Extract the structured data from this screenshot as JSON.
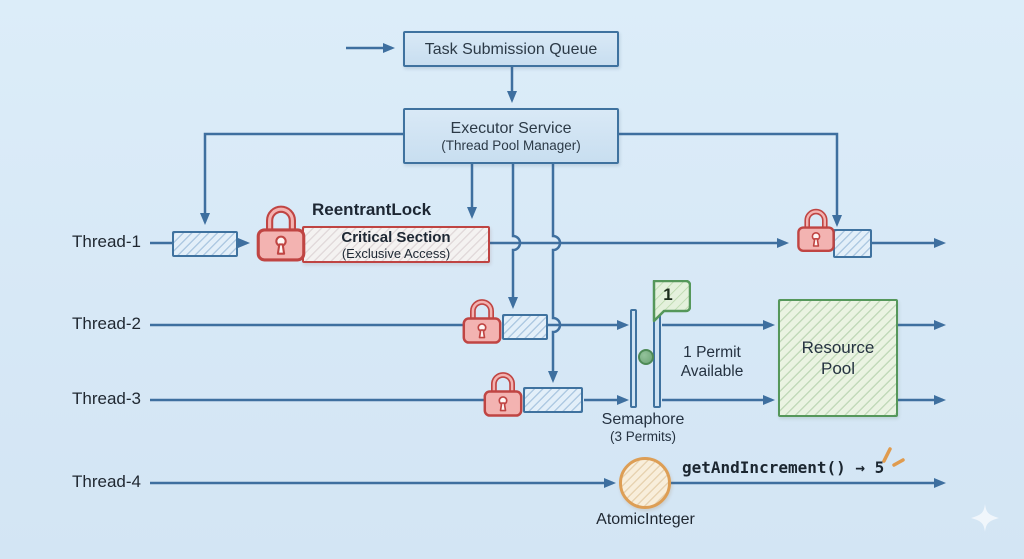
{
  "colors": {
    "line_blue": "#3e6f9f",
    "box_blue_border": "#3f729f",
    "lock_red": "#bf4442",
    "green": "#55975a",
    "orange": "#dd9e55"
  },
  "queue": {
    "label": "Task Submission Queue"
  },
  "executor": {
    "title": "Executor Service",
    "subtitle": "(Thread Pool Manager)"
  },
  "reentrant_lock": {
    "label": "ReentrantLock",
    "critical_title": "Critical Section",
    "critical_subtitle": "(Exclusive Access)"
  },
  "threads": [
    {
      "label": "Thread-1"
    },
    {
      "label": "Thread-2"
    },
    {
      "label": "Thread-3"
    },
    {
      "label": "Thread-4"
    }
  ],
  "semaphore": {
    "badge": "1",
    "note": "1 Permit Available",
    "title": "Semaphore",
    "subtitle": "(3 Permits)"
  },
  "resource_pool": {
    "label": "Resource Pool"
  },
  "atomic": {
    "call": "getAndIncrement() → 5",
    "label": "AtomicInteger"
  }
}
